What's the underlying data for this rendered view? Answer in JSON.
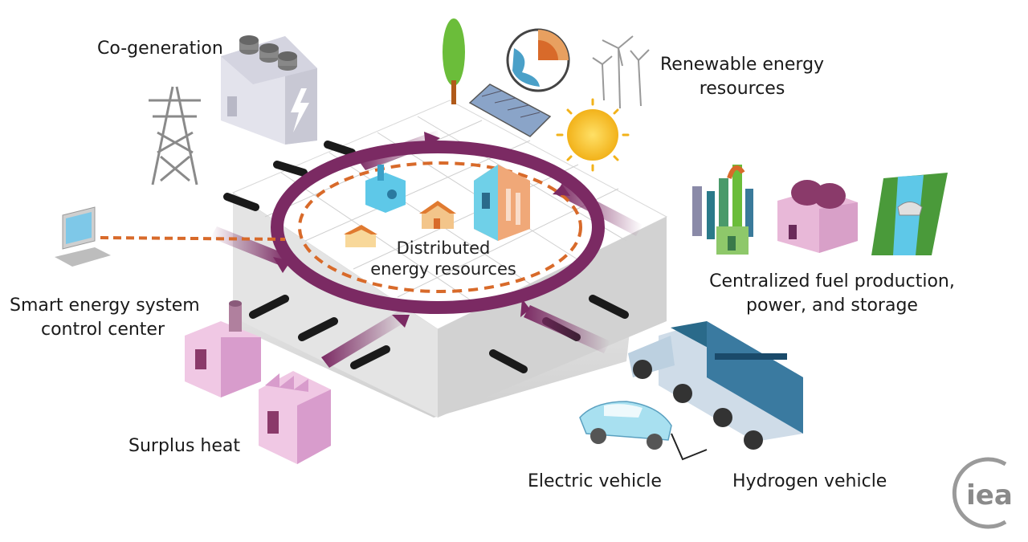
{
  "labels": {
    "cogeneration": "Co-generation",
    "renewable_line1": "Renewable energy",
    "renewable_line2": "resources",
    "centralized_line1": "Centralized fuel production,",
    "centralized_line2": "power, and storage",
    "smart_line1": "Smart energy system",
    "smart_line2": "control center",
    "surplus_heat": "Surplus heat",
    "electric_vehicle": "Electric vehicle",
    "hydrogen_vehicle": "Hydrogen vehicle",
    "der_line1": "Distributed",
    "der_line2": "energy resources"
  },
  "logo": {
    "text": "iea"
  },
  "colors": {
    "ring": "#7b2a63",
    "dashed": "#d86a2a",
    "pink": "#d9a6cc",
    "teal": "#2a6a8a"
  }
}
